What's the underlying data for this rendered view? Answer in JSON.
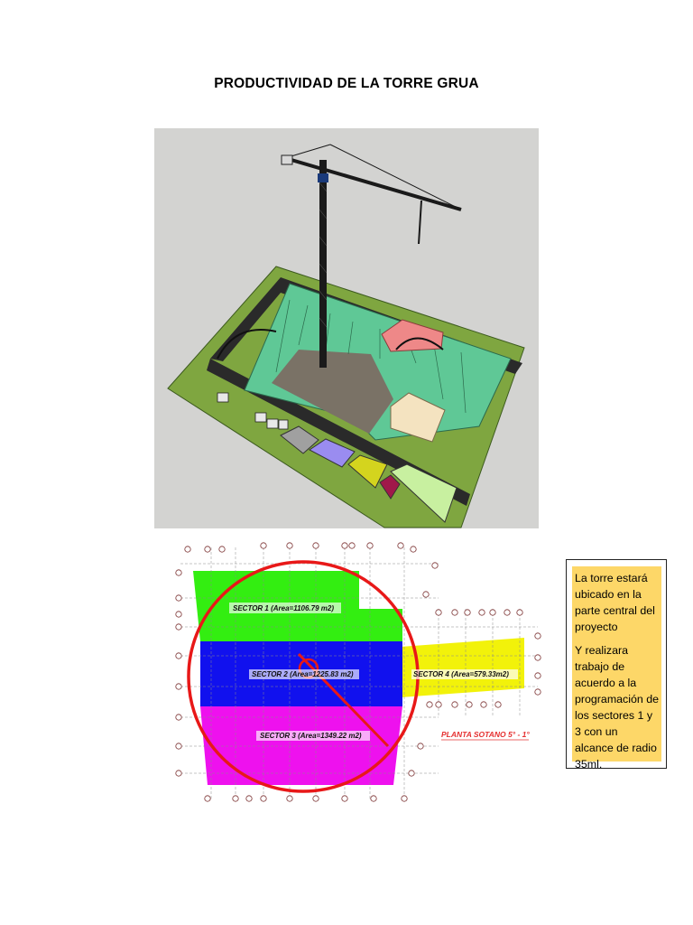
{
  "document": {
    "title": "PRODUCTIVIDAD DE LA TORRE GRUA"
  },
  "plan": {
    "caption": "PLANTA SOTANO 5° - 1°",
    "sectors": [
      {
        "label": "SECTOR 1 (Area=1106.79 m2)",
        "color": "#33ee11"
      },
      {
        "label": "SECTOR 2 (Area=1225.83 m2)",
        "color": "#1111ee"
      },
      {
        "label": "SECTOR 3 (Area=1349.22 m2)",
        "color": "#ee11ee"
      },
      {
        "label": "SECTOR 4 (Area=579.33m2)",
        "color": "#f2f20a"
      }
    ],
    "radius_circle_color": "#e81818"
  },
  "note": {
    "paragraph1": "La torre estará ubicado en la parte central del proyecto",
    "paragraph2": "Y realizara trabajo de acuerdo a la programación de los sectores 1 y 3 con un alcance de radio 35ml."
  },
  "colors": {
    "render_background": "#d3d3d1",
    "ground": "#7fa640",
    "excavation_walls": "#5fc896",
    "note_highlight": "#fdd768"
  }
}
